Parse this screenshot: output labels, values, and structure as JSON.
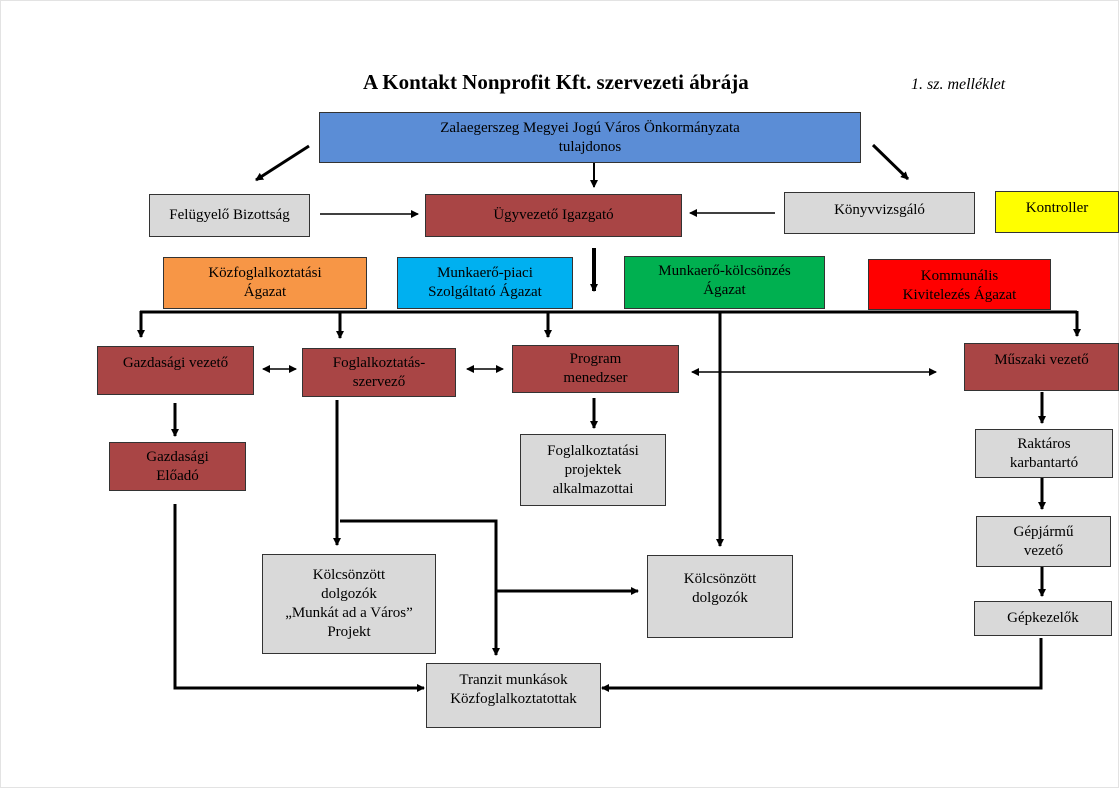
{
  "title": "A Kontakt Nonprofit Kft. szervezeti ábrája",
  "annex": "1. sz. melléklet",
  "nodes": {
    "owner": {
      "line1": "Zalaegerszeg Megyei Jogú Város Önkormányzata",
      "line2": "tulajdonos"
    },
    "supervisory_board": {
      "line1": "Felügyelő Bizottság"
    },
    "managing_director": {
      "line1": "Ügyvezető Igazgató"
    },
    "auditor": {
      "line1": "Könyvvizsgáló"
    },
    "controller": {
      "line1": "Kontroller"
    },
    "public_works_sector": {
      "line1": "Közfoglalkoztatási",
      "line2": "Ágazat"
    },
    "labour_market_sector": {
      "line1": "Munkaerő-piaci",
      "line2": "Szolgáltató Ágazat"
    },
    "temp_agency_sector": {
      "line1": "Munkaerő-kölcsönzés",
      "line2": "Ágazat"
    },
    "municipal_sector": {
      "line1": "Kommunális",
      "line2": "Kivitelezés Ágazat"
    },
    "economic_manager": {
      "line1": "Gazdasági vezető"
    },
    "employment_organizer": {
      "line1": "Foglalkoztatás-",
      "line2": "szervező"
    },
    "program_manager": {
      "line1": "Program",
      "line2": "menedzser"
    },
    "technical_manager": {
      "line1": "Műszaki vezető"
    },
    "economic_officer": {
      "line1": "Gazdasági",
      "line2": "Előadó"
    },
    "project_employees": {
      "line1": "Foglalkoztatási",
      "line2": "projektek",
      "line3": "alkalmazottai"
    },
    "warehouse": {
      "line1": "Raktáros",
      "line2": "karbantartó"
    },
    "driver": {
      "line1": "Gépjármű",
      "line2": "vezető"
    },
    "operators": {
      "line1": "Gépkezelők"
    },
    "leased_project": {
      "line1": "Kölcsönzött",
      "line2": "dolgozók",
      "line3": "„Munkát ad a Város”",
      "line4": "Projekt"
    },
    "leased_workers": {
      "line1": "Kölcsönzött",
      "line2": "dolgozók"
    },
    "transit_workers": {
      "line1": "Tranzit munkások",
      "line2": "Közfoglalkoztatottak"
    }
  },
  "colors": {
    "owner": "#5b8dd6",
    "management": "#a94545",
    "staff": "#d9d9d9",
    "controller": "#ffff00",
    "public_works": "#f79646",
    "labour_market": "#00b0f0",
    "temp_agency": "#00b050",
    "municipal": "#ff0000"
  }
}
